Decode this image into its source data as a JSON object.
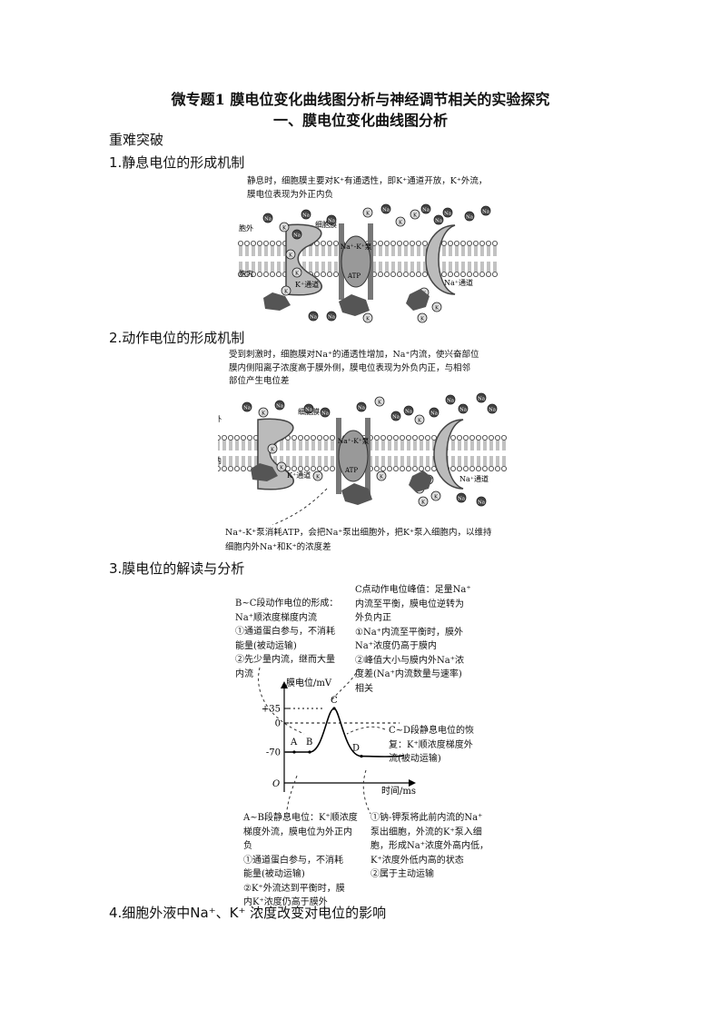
{
  "header": {
    "title": "微专题1  膜电位变化曲线图分析与神经调节相关的实验探究",
    "subtitle": "一、膜电位变化曲线图分析"
  },
  "sections": {
    "key_points": "重难突破",
    "s1": "1.静息电位的形成机制",
    "s2": "2.动作电位的形成机制",
    "s3": "3.膜电位的解读与分析",
    "s4": "4.细胞外液中Na⁺、K⁺ 浓度改变对电位的影响"
  },
  "fig1": {
    "note": [
      "静息时，细胞膜主要对K⁺有通透性，即K⁺通道开放，K⁺外流，",
      "膜电位表现为外正内负"
    ],
    "label_outside": "胞外",
    "label_inside": "胞内",
    "label_membrane": "细胞膜",
    "label_k_channel": "K⁺通道",
    "label_na_channel": "Na⁺通道",
    "label_pump": "Na⁺-K⁺泵",
    "label_atp": "ATP",
    "ion_na": "Na",
    "ion_k": "K"
  },
  "fig2": {
    "note": [
      "受到刺激时，细胞膜对Na⁺的通透性增加，Na⁺内流，使兴奋部位",
      "膜内侧阳离子浓度高于膜外侧，膜电位表现为外负内正，与相邻",
      "部位产生电位差"
    ],
    "label_outside": "胞外",
    "label_inside": "胞内",
    "label_membrane": "细胞膜",
    "label_k_channel": "K⁺通道",
    "label_na_channel": "Na⁺通道",
    "label_pump": "Na⁺-K⁺泵",
    "label_atp": "ATP",
    "pump_note": [
      "Na⁺-K⁺泵消耗ATP，会把Na⁺泵出细胞外，把K⁺泵入细胞内，以维持",
      "细胞内外Na⁺和K⁺的浓度差"
    ]
  },
  "chart_data": {
    "type": "line",
    "ylabel": "膜电位/mV",
    "xlabel": "时间/ms",
    "origin": "O",
    "y_ticks": [
      "+35",
      "0",
      "-70"
    ],
    "points": [
      {
        "label": "A",
        "y": -70
      },
      {
        "label": "B",
        "y": -70
      },
      {
        "label": "C",
        "y": 35
      },
      {
        "label": "D",
        "y": -80
      }
    ]
  },
  "fig3": {
    "note_bc": [
      "B~C段动作电位的形成：",
      "Na⁺顺浓度梯度内流",
      "①通道蛋白参与，不消耗",
      "能量(被动运输)",
      "②先少量内流，继而大量",
      "内流"
    ],
    "note_c": [
      "C点动作电位峰值：足量Na⁺",
      "内流至平衡，膜电位逆转为",
      "外负内正",
      "①Na⁺内流至平衡时，膜外",
      "Na⁺浓度仍高于膜内",
      "②峰值大小与膜内外Na⁺浓",
      "度差(Na⁺内流数量与速率)",
      "相关"
    ],
    "note_cd": [
      "C~D段静息电位的恢",
      "复：K⁺顺浓度梯度外",
      "流(被动运输)"
    ],
    "note_ab": [
      "A~B段静息电位：K⁺顺浓度",
      "梯度外流，膜电位为外正内",
      "负",
      "①通道蛋白参与，不消耗",
      "能量(被动运输)",
      "②K⁺外流达到平衡时，膜",
      "内K⁺浓度仍高于膜外"
    ],
    "note_pump": [
      "①钠-钾泵将此前内流的Na⁺",
      "泵出细胞，外流的K⁺泵入细",
      "胞，形成Na⁺浓度外高内低，",
      "K⁺浓度外低内高的状态",
      "②属于主动运输"
    ]
  }
}
